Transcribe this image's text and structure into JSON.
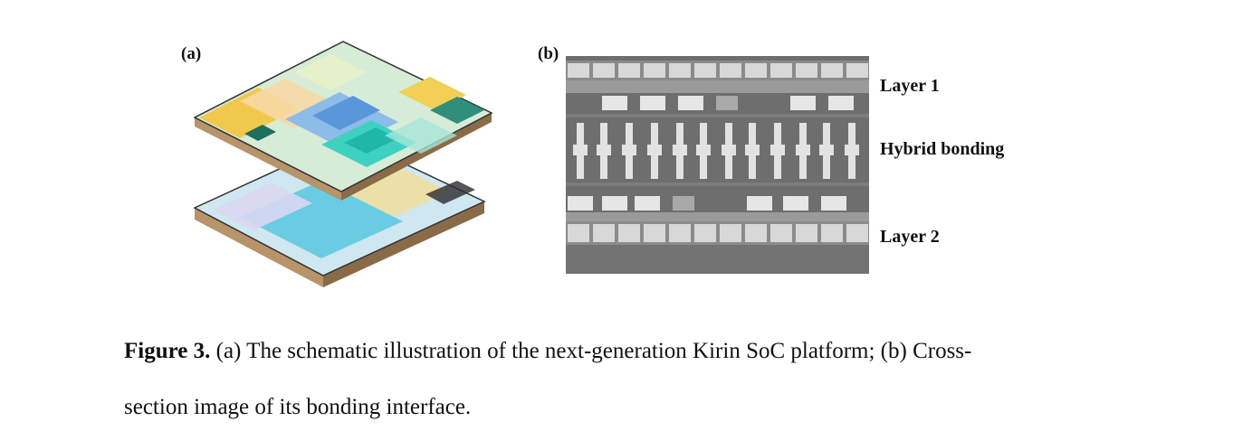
{
  "panels": {
    "a": {
      "label": "(a)"
    },
    "b": {
      "label": "(b)",
      "layer1": "Layer 1",
      "hybrid": "Hybrid bonding",
      "layer2": "Layer 2"
    }
  },
  "caption": {
    "figure_label": "Figure 3.",
    "line1_text": " (a) The schematic illustration of the next-generation Kirin SoC platform; (b) Cross-",
    "line2_text": "section image of its bonding interface."
  }
}
